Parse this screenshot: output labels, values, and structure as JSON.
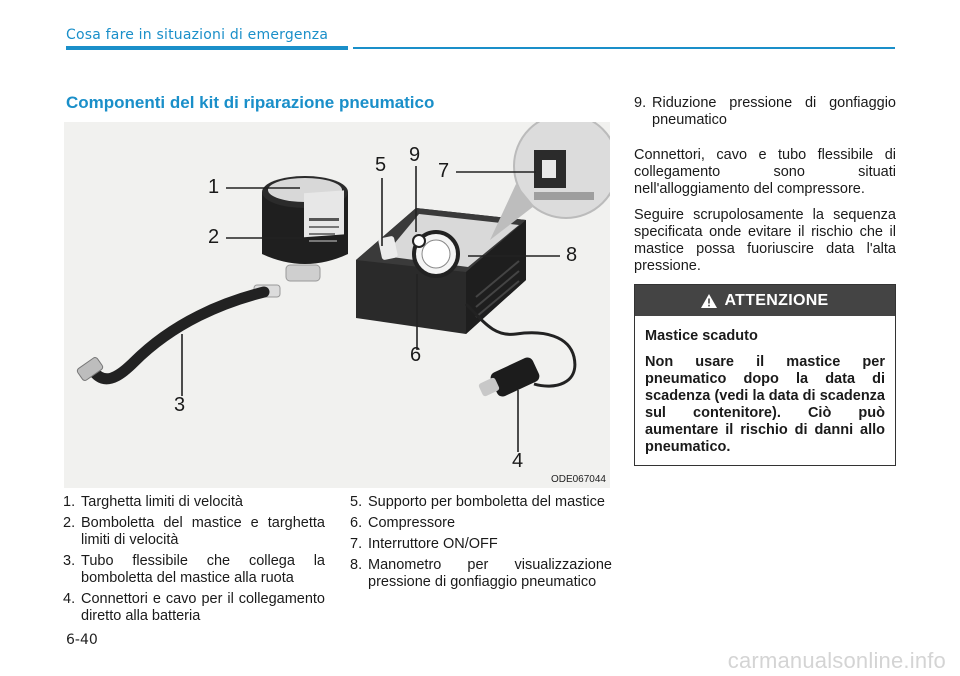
{
  "header": {
    "title": "Cosa fare in situazioni di emergenza"
  },
  "section": {
    "title": "Componenti del kit di riparazione pneumatico"
  },
  "figure": {
    "code": "ODE067044",
    "callouts": [
      "1",
      "2",
      "3",
      "4",
      "5",
      "6",
      "7",
      "8",
      "9"
    ]
  },
  "items": [
    {
      "num": "1.",
      "text": "Targhetta limiti di velocità"
    },
    {
      "num": "2.",
      "text": "Bomboletta del mastice e targhetta limiti di velocità"
    },
    {
      "num": "3.",
      "text": "Tubo flessibile che collega la bomboletta del mastice alla ruota"
    },
    {
      "num": "4.",
      "text": "Connettori e cavo per il collega­mento diretto alla batteria"
    },
    {
      "num": "5.",
      "text": "Supporto per bomboletta del mastice"
    },
    {
      "num": "6.",
      "text": "Compressore"
    },
    {
      "num": "7.",
      "text": "Interruttore ON/OFF"
    },
    {
      "num": "8.",
      "text": "Manometro per visualizzazione pressione di gonfiaggio pneu­matico"
    },
    {
      "num": "9.",
      "text": "Riduzione pressione di gonfiaggio pneumatico"
    }
  ],
  "paragraphs": [
    "Connettori, cavo e tubo flessibile di collegamento sono situati nell'alloggiamento del compressore.",
    "Seguire scrupolosamente la sequenza specificata onde evitare il rischio che il mastice possa fuoriuscire data l'alta pressione."
  ],
  "warning": {
    "heading": "ATTENZIONE",
    "subtitle": "Mastice scaduto",
    "text": "Non usare il mastice per pneumatico dopo la data di scadenza (vedi la data di scadenza sul contenitore). Ciò può aumentare il rischio di danni allo pneumatico."
  },
  "footer": {
    "page": "6-40",
    "watermark": "carmanualsonline.info"
  },
  "colors": {
    "accent": "#1a8fc9",
    "warning_header": "#444444"
  }
}
